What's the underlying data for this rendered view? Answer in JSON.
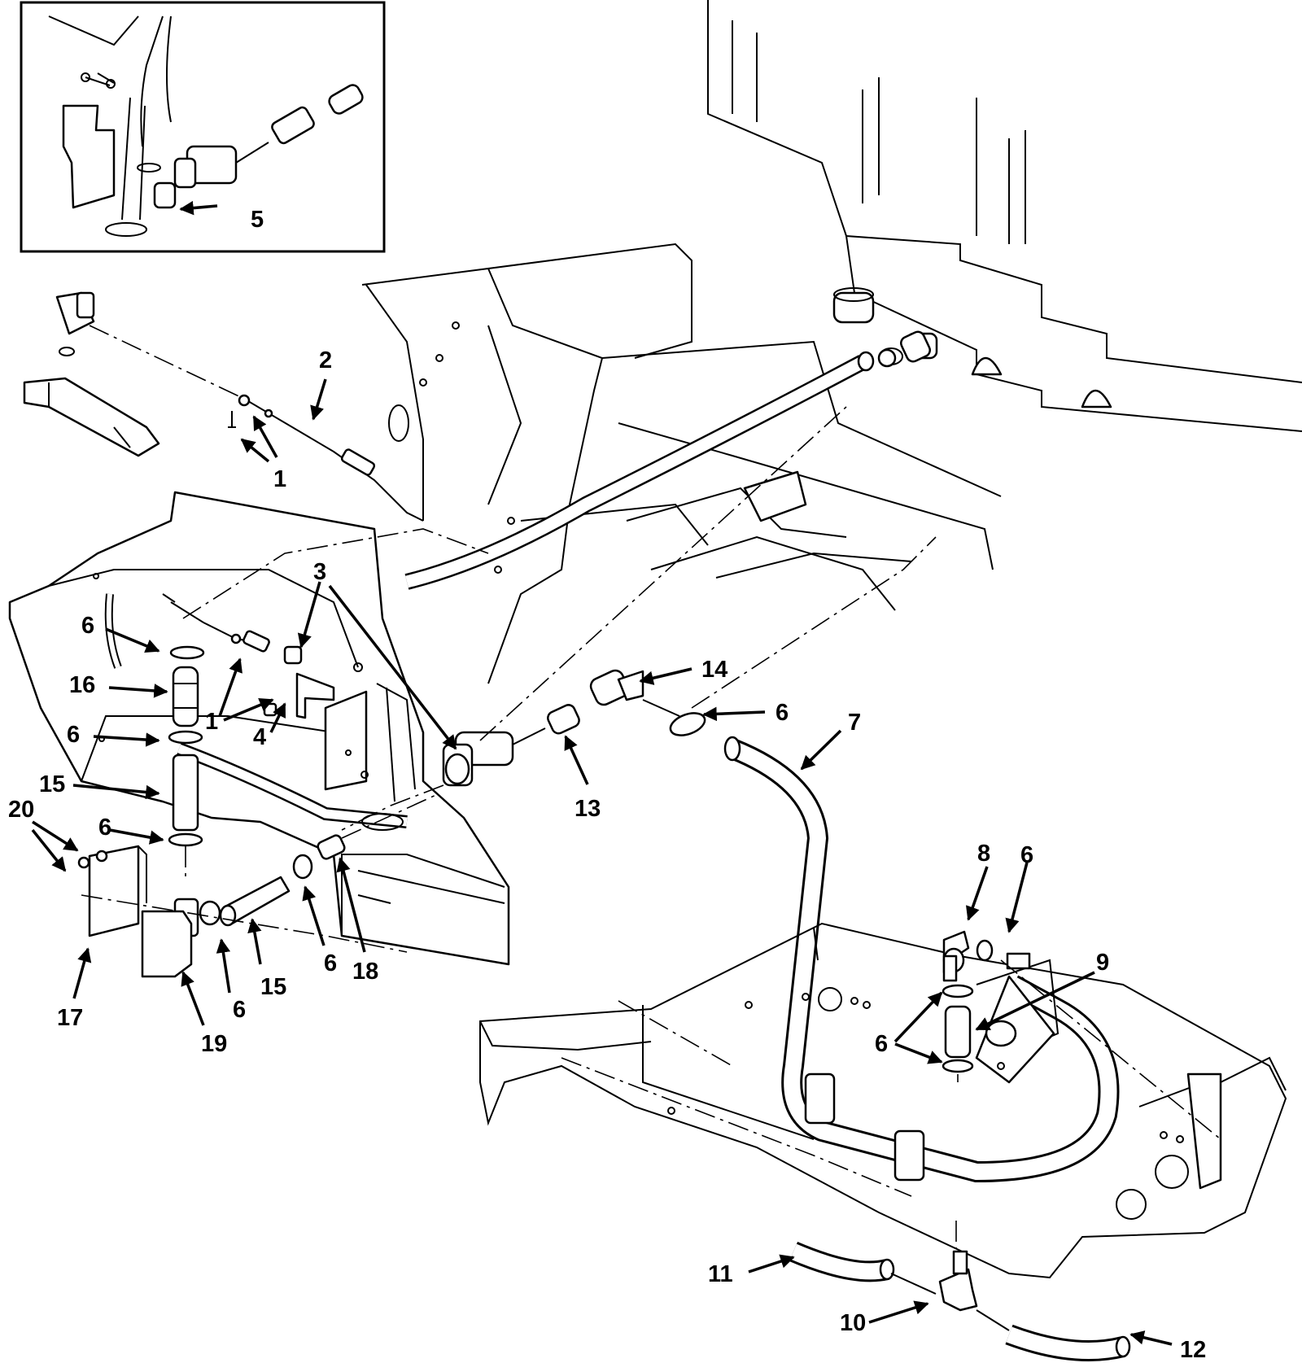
{
  "callouts": {
    "c1a": "1",
    "c1b": "1",
    "c2": "2",
    "c3": "3",
    "c4": "4",
    "c5": "5",
    "c6a": "6",
    "c6b": "6",
    "c6c": "6",
    "c6d": "6",
    "c6e": "6",
    "c6f": "6",
    "c6g": "6",
    "c6h": "6",
    "c7": "7",
    "c8": "8",
    "c9": "9",
    "c10": "10",
    "c11": "11",
    "c12": "12",
    "c13": "13",
    "c14": "14",
    "c15a": "15",
    "c15b": "15",
    "c16": "16",
    "c17": "17",
    "c18": "18",
    "c19": "19",
    "c20": "20"
  }
}
